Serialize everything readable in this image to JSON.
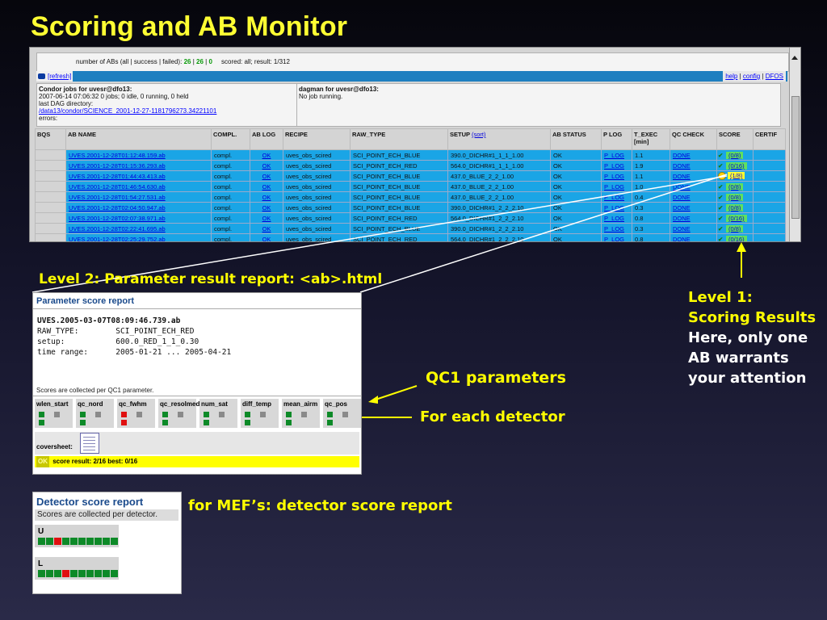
{
  "slide": {
    "title": "Scoring and AB Monitor",
    "level2_label": "Level 2:  Parameter result report:  <ab>.html",
    "level1": [
      "Level 1:",
      "Scoring Results",
      "Here, only one",
      "AB warrants",
      "your attention"
    ],
    "qc1_label": "QC1 parameters",
    "detector_label": "For each detector",
    "mef_label": "for MEF’s:  detector score report"
  },
  "monitor": {
    "summary_prefix": "number of ABs (all | success | failed):",
    "n_all": "26",
    "n_success": "26",
    "n_failed": "0",
    "summary_suffix": "scored: all; result: 1/312",
    "refresh": "[refresh]",
    "links": {
      "help": "help",
      "config": "config",
      "dfos": "DFOS"
    },
    "condor": {
      "title": "Condor jobs for uvesr@dfo13:",
      "line1": "2007-06-14 07:06:32 0 jobs; 0 idle, 0 running, 0 held",
      "line2": "last DAG directory:",
      "dir": "/data13/condor/SCIENCE_2001-12-27-1181796273.34221101",
      "errors": "errors:"
    },
    "dagman": {
      "title": "dagman for uvesr@dfo13:",
      "status": "No job running."
    },
    "columns": {
      "bqs": "BQS",
      "ab_name": "AB NAME",
      "compl": "COMPL.",
      "ab_log": "AB LOG",
      "recipe": "RECIPE",
      "raw_type": "RAW_TYPE",
      "setup": "SETUP",
      "sort": "(sort)",
      "ab_status": "AB STATUS",
      "p_log": "P LOG",
      "t_exec": "T_EXEC",
      "t_exec_unit": "[min]",
      "qc_check": "QC CHECK",
      "score": "SCORE",
      "certif": "CERTIF"
    },
    "rows": [
      {
        "name": "UVES.2001-12-28T01:12:48.159.ab",
        "compl": "compl.",
        "log": "OK",
        "recipe": "uves_obs_scired",
        "raw": "SCI_POINT_ECH_BLUE",
        "setup": "390.0_DICHR#1_1_1_1.00",
        "status": "OK",
        "plog": "P_LOG",
        "t": "1.1",
        "qc": "DONE",
        "score": "(0/8)"
      },
      {
        "name": "UVES.2001-12-28T01:15:36.293.ab",
        "compl": "compl.",
        "log": "OK",
        "recipe": "uves_obs_scired",
        "raw": "SCI_POINT_ECH_RED",
        "setup": "564.0_DICHR#1_1_1_1.00",
        "status": "OK",
        "plog": "P_LOG",
        "t": "1.9",
        "qc": "DONE",
        "score": "(0/16)"
      },
      {
        "name": "UVES.2001-12-28T01:44:43.413.ab",
        "compl": "compl.",
        "log": "OK",
        "recipe": "uves_obs_scired",
        "raw": "SCI_POINT_ECH_BLUE",
        "setup": "437.0_BLUE_2_2_1.00",
        "status": "OK",
        "plog": "P_LOG",
        "t": "1.1",
        "qc": "DONE",
        "score": "(1/8)",
        "warn": true
      },
      {
        "name": "UVES.2001-12-28T01:46:54.630.ab",
        "compl": "compl.",
        "log": "OK",
        "recipe": "uves_obs_scired",
        "raw": "SCI_POINT_ECH_BLUE",
        "setup": "437.0_BLUE_2_2_1.00",
        "status": "OK",
        "plog": "P_LOG",
        "t": "1.0",
        "qc": "DONE",
        "score": "(0/8)"
      },
      {
        "name": "UVES.2001-12-28T01:54:27.531.ab",
        "compl": "compl.",
        "log": "OK",
        "recipe": "uves_obs_scired",
        "raw": "SCI_POINT_ECH_BLUE",
        "setup": "437.0_BLUE_2_2_1.00",
        "status": "OK",
        "plog": "P_LOG",
        "t": "0.4",
        "qc": "DONE",
        "score": "(0/8)"
      },
      {
        "name": "UVES.2001-12-28T02:04:50.947.ab",
        "compl": "compl.",
        "log": "OK",
        "recipe": "uves_obs_scired",
        "raw": "SCI_POINT_ECH_BLUE",
        "setup": "390.0_DICHR#1_2_2_2.10",
        "status": "OK",
        "plog": "P_LOG",
        "t": "0.3",
        "qc": "DONE",
        "score": "(0/8)"
      },
      {
        "name": "UVES.2001-12-28T02:07:38.971.ab",
        "compl": "compl.",
        "log": "OK",
        "recipe": "uves_obs_scired",
        "raw": "SCI_POINT_ECH_RED",
        "setup": "564.0_DICHR#1_2_2_2.10",
        "status": "OK",
        "plog": "P_LOG",
        "t": "0.8",
        "qc": "DONE",
        "score": "(0/16)"
      },
      {
        "name": "UVES.2001-12-28T02:22:41.695.ab",
        "compl": "compl.",
        "log": "OK",
        "recipe": "uves_obs_scired",
        "raw": "SCI_POINT_ECH_BLUE",
        "setup": "390.0_DICHR#1_2_2_2.10",
        "status": "OK",
        "plog": "P_LOG",
        "t": "0.3",
        "qc": "DONE",
        "score": "(0/8)"
      },
      {
        "name": "UVES.2001-12-28T02:25:29.752.ab",
        "compl": "compl.",
        "log": "OK",
        "recipe": "uves_obs_scired",
        "raw": "SCI_POINT_ECH_RED",
        "setup": "564.0_DICHR#1_2_2_2.10",
        "status": "OK",
        "plog": "P_LOG",
        "t": "0.8",
        "qc": "DONE",
        "score": "(0/16)"
      }
    ]
  },
  "param_report": {
    "title": "Parameter score report",
    "ab": "UVES.2005-03-07T08:09:46.739.ab",
    "raw_type_label": "RAW_TYPE:",
    "raw_type": "SCI_POINT_ECH_RED",
    "setup_label": "setup:",
    "setup": "600.0_RED_1_1_0.30",
    "range_label": "time range:",
    "range": "2005-01-21 ... 2005-04-21",
    "collected": "Scores are collected per QC1 parameter.",
    "params": [
      {
        "name": "wlen_start",
        "top": "green",
        "bottom": "green"
      },
      {
        "name": "qc_nord",
        "top": "green",
        "bottom": "green"
      },
      {
        "name": "qc_fwhm",
        "top": "red",
        "bottom": "red"
      },
      {
        "name": "qc_resolmed",
        "top": "green",
        "bottom": "green"
      },
      {
        "name": "num_sat",
        "top": "green",
        "bottom": "green"
      },
      {
        "name": "diff_temp",
        "top": "green",
        "bottom": "green"
      },
      {
        "name": "mean_airm",
        "top": "green",
        "bottom": "green"
      },
      {
        "name": "qc_pos",
        "top": "green",
        "bottom": "green"
      }
    ],
    "coversheet": "coversheet:",
    "score_status": "OK",
    "score_result": "score result: 2/16 best: 0/16"
  },
  "detector_report": {
    "title": "Detector score report",
    "subtitle": "Scores are collected per detector.",
    "detectors": [
      {
        "name": "U",
        "cells": [
          "g",
          "g",
          "r",
          "g",
          "g",
          "g",
          "g",
          "g",
          "g",
          "g"
        ]
      },
      {
        "name": "L",
        "cells": [
          "g",
          "g",
          "g",
          "r",
          "g",
          "g",
          "g",
          "g",
          "g",
          "g"
        ]
      }
    ]
  },
  "colors": {
    "title_yellow": "#ffff33",
    "row_blue": "#1aa5e6",
    "score_green": "#5fe05f",
    "alert_red": "#e01010",
    "ok_green": "#0d8a28"
  }
}
